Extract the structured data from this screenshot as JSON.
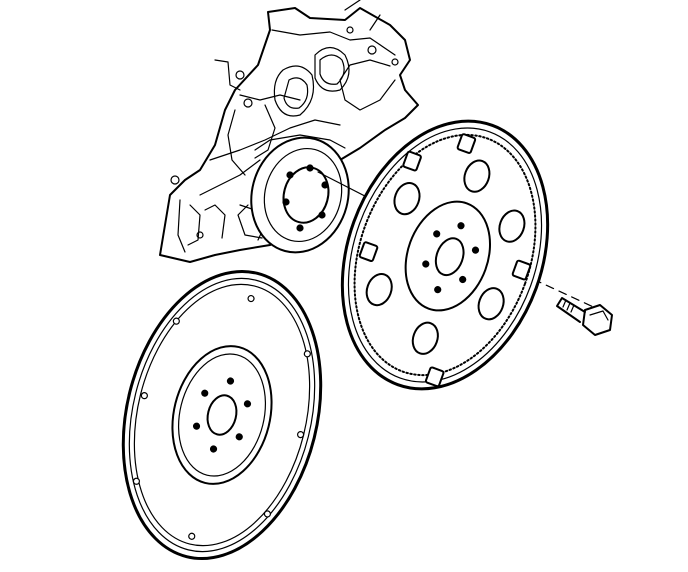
{
  "diagram": {
    "type": "exploded-view line drawing",
    "parts": [
      "engine-block",
      "crankshaft-flange",
      "flexplate",
      "flywheel",
      "flexplate-bolt"
    ],
    "colors": {
      "ink": "#000000",
      "paper": "#ffffff"
    }
  }
}
